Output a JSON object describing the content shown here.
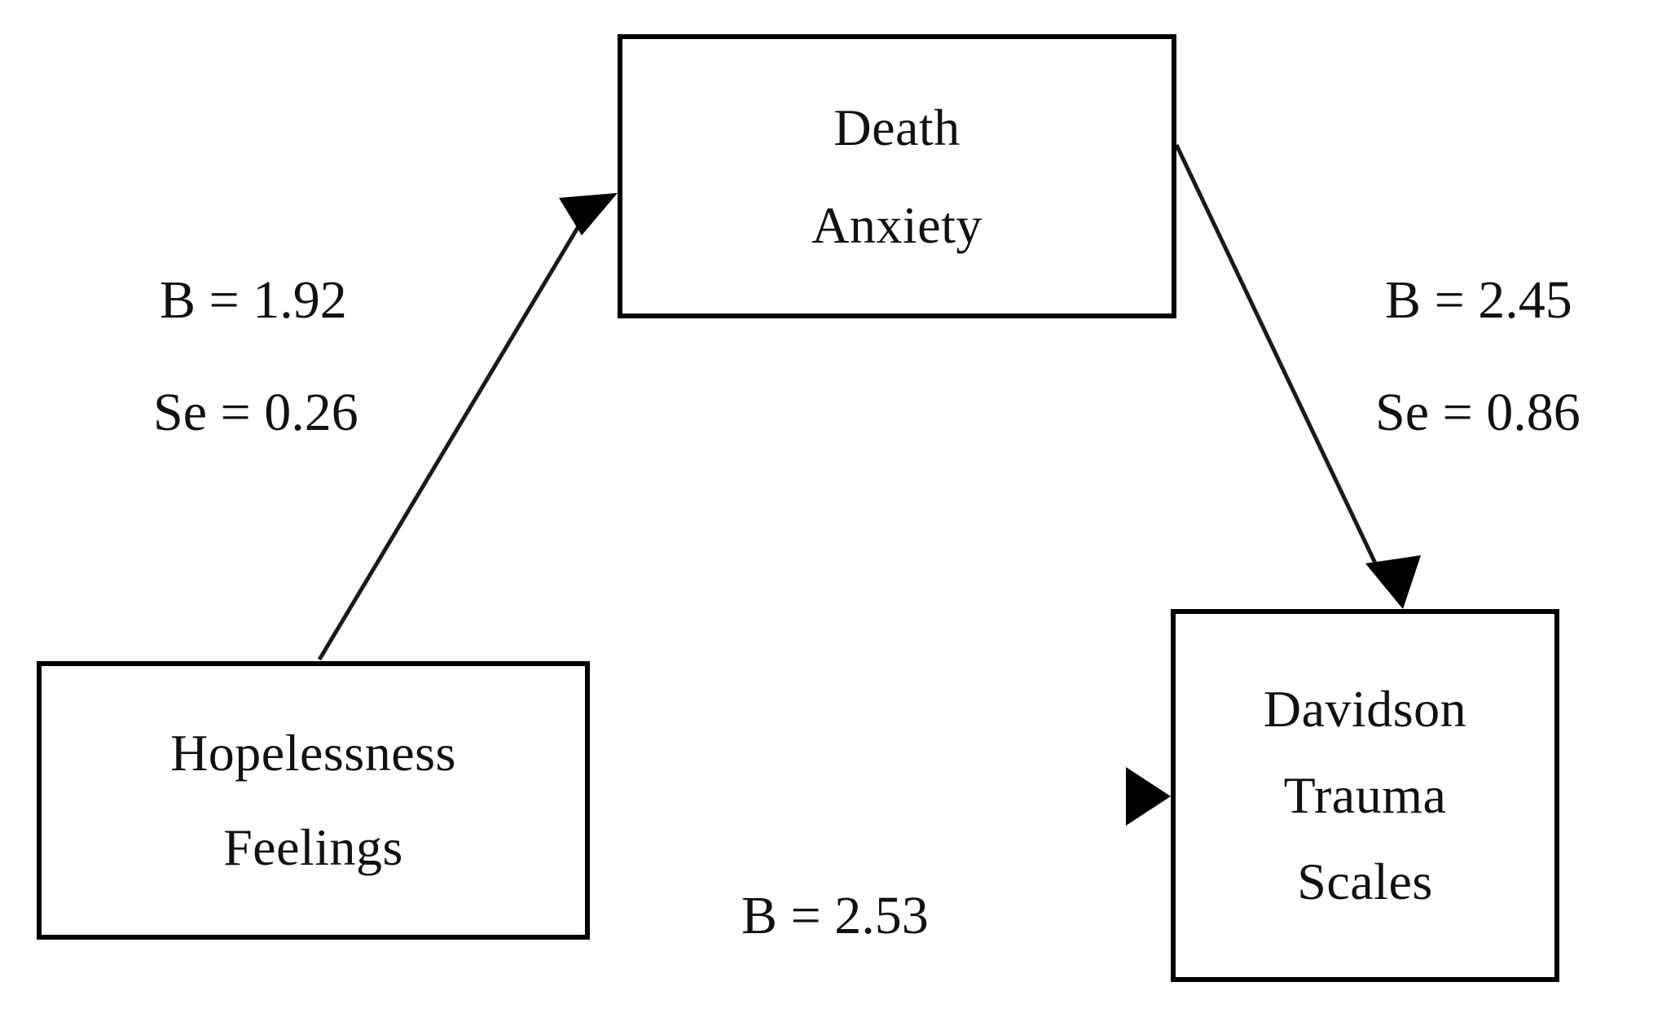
{
  "diagram": {
    "type": "mediation-path-diagram",
    "background_color": "#ffffff",
    "stroke_color": "#000000",
    "text_color": "#111111",
    "nodes": [
      {
        "id": "death-anxiety",
        "role": "mediator",
        "lines": [
          "Death",
          "Anxiety"
        ]
      },
      {
        "id": "hopelessness",
        "role": "predictor",
        "lines": [
          "Hopelessness",
          "Feelings"
        ]
      },
      {
        "id": "davidson",
        "role": "outcome",
        "lines": [
          "Davidson",
          "Trauma",
          "Scales"
        ]
      }
    ],
    "edges": [
      {
        "id": "a-path",
        "from": "hopelessness",
        "to": "death-anxiety",
        "coefficient_label": "B = 1.92",
        "standard_error_label": "Se = 0.26",
        "coefficient": 1.92,
        "standard_error": 0.26,
        "arrow": "up-right"
      },
      {
        "id": "b-path",
        "from": "death-anxiety",
        "to": "davidson",
        "coefficient_label": "B = 2.45",
        "standard_error_label": "Se = 0.86",
        "coefficient": 2.45,
        "standard_error": 0.86,
        "arrow": "down-right"
      },
      {
        "id": "c-path",
        "from": "hopelessness",
        "to": "davidson",
        "coefficient_label": "B = 2.53",
        "coefficient": 2.53,
        "arrow": "right"
      }
    ]
  },
  "nodes": {
    "death_anxiety": {
      "line1": "Death",
      "line2": "Anxiety"
    },
    "hopelessness": {
      "line1": "Hopelessness",
      "line2": "Feelings"
    },
    "davidson": {
      "line1": "Davidson",
      "line2": "Trauma",
      "line3": "Scales"
    }
  },
  "labels": {
    "a_path_b": "B = 1.92",
    "a_path_se": "Se = 0.26",
    "b_path_b": "B = 2.45",
    "b_path_se": "Se = 0.86",
    "c_path_b": "B = 2.53"
  }
}
